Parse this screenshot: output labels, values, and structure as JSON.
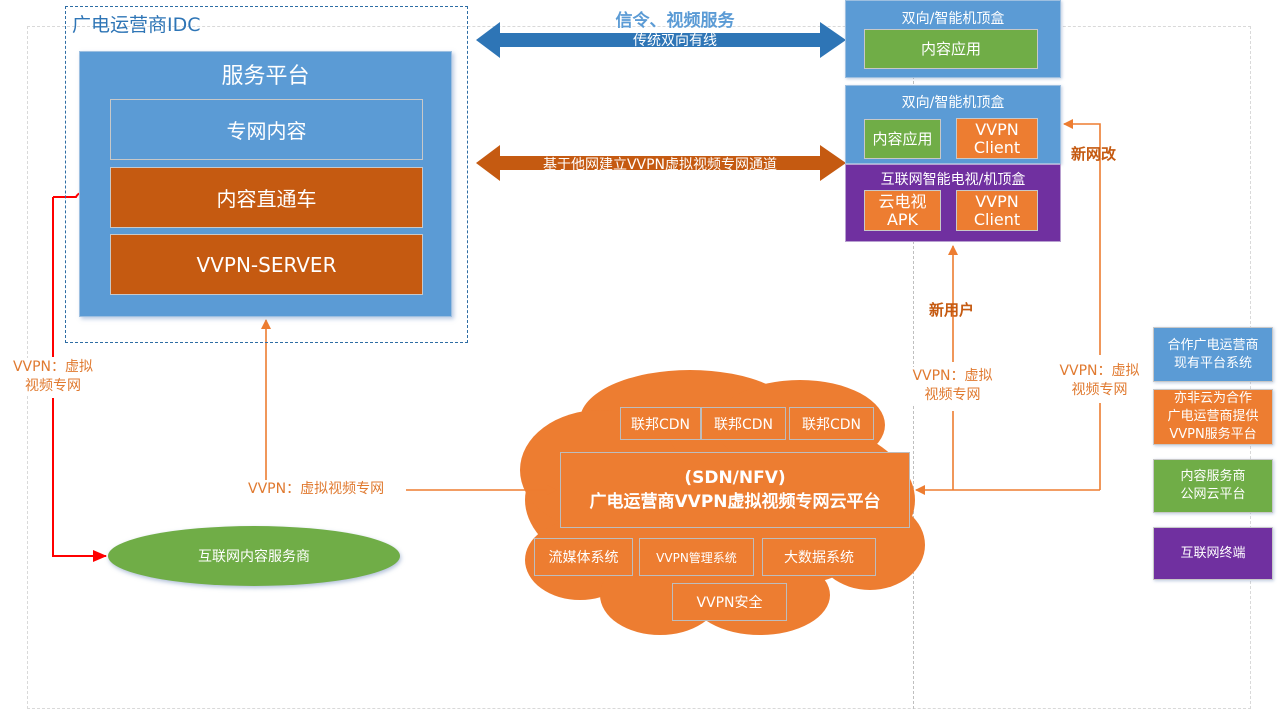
{
  "idc": {
    "title": "广电运营商IDC",
    "service_platform": {
      "title": "服务平台",
      "items": [
        "专网内容",
        "内容直通车",
        "VVPN-SERVER"
      ]
    }
  },
  "arrows": {
    "top_caption": "信令、视频服务",
    "top_label": "传统双向有线",
    "middle_label": "基于他网建立VVPN虚拟视频专网通道"
  },
  "stb_top": {
    "title": "双向/智能机顶盒",
    "app": "内容应用"
  },
  "stb_middle": {
    "title": "双向/智能机顶盒",
    "app": "内容应用",
    "client_line1": "VVPN",
    "client_line2": "Client"
  },
  "smart_tv": {
    "title": "互联网智能电视/机顶盒",
    "apk_line1": "云电视",
    "apk_line2": "APK",
    "client_line1": "VVPN",
    "client_line2": "Client"
  },
  "labels": {
    "new_network": "新网改",
    "new_user": "新用户",
    "vvpn_left_line1": "VVPN：虚拟",
    "vvpn_left_line2": "视频专网",
    "vvpn_mid": "VVPN：虚拟视频专网",
    "vvpn_right1_line1": "VVPN：虚拟",
    "vvpn_right1_line2": "视频专网",
    "vvpn_right2_line1": "VVPN：虚拟",
    "vvpn_right2_line2": "视频专网"
  },
  "cloud": {
    "cdn": [
      "联邦CDN",
      "联邦CDN",
      "联邦CDN"
    ],
    "main_line1": "(SDN/NFV)",
    "main_line2": "广电运营商VVPN虚拟视频专网云平台",
    "systems": [
      "流媒体系统",
      "VVPN管理系统",
      "大数据系统"
    ],
    "security": "VVPN安全"
  },
  "content_provider": "互联网内容服务商",
  "legend": [
    {
      "line1": "合作广电运营商",
      "line2": "现有平台系统",
      "line3": "",
      "color": "#5b9bd5"
    },
    {
      "line1": "亦非云为合作",
      "line2": "广电运营商提供",
      "line3": "VVPN服务平台",
      "color": "#ed7d31"
    },
    {
      "line1": "内容服务商",
      "line2": "公网云平台",
      "line3": "",
      "color": "#70ad47"
    },
    {
      "line1": "互联网终端",
      "line2": "",
      "line3": "",
      "color": "#7030a0"
    }
  ],
  "colors": {
    "blue": "#5b9bd5",
    "dark_blue": "#2e75b6",
    "rust": "#c55a11",
    "orange": "#ed7d31",
    "green": "#70ad47",
    "purple": "#7030a0",
    "red": "#ff0000"
  }
}
